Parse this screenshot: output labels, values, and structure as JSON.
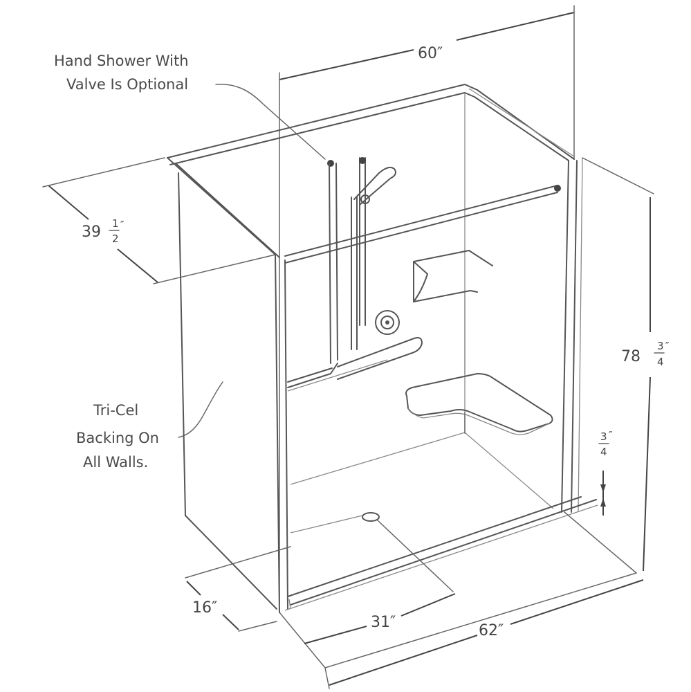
{
  "diagram": {
    "subject": "Barrier-free shower stall with seat, grab bars, soap dish and hand shower",
    "callouts": {
      "hand_shower": {
        "line1": "Hand Shower With",
        "line2": "Valve Is Optional"
      },
      "backing": {
        "line1": "Tri-Cel",
        "line2": "Backing On",
        "line3": "All Walls."
      }
    },
    "dimensions": {
      "top_width": {
        "label": "60″"
      },
      "depth": {
        "whole": "39",
        "num": "1",
        "den": "2",
        "mark": "″"
      },
      "height": {
        "whole": "78",
        "num": "3",
        "den": "4",
        "mark": "″"
      },
      "threshold": {
        "num": "3",
        "den": "4",
        "mark": "″"
      },
      "drain_offset": {
        "label": "16″"
      },
      "drain_center": {
        "label": "31″"
      },
      "bottom_width": {
        "label": "62″"
      }
    },
    "colors": {
      "line": "#555555",
      "text": "#444444",
      "background": "#ffffff"
    }
  }
}
